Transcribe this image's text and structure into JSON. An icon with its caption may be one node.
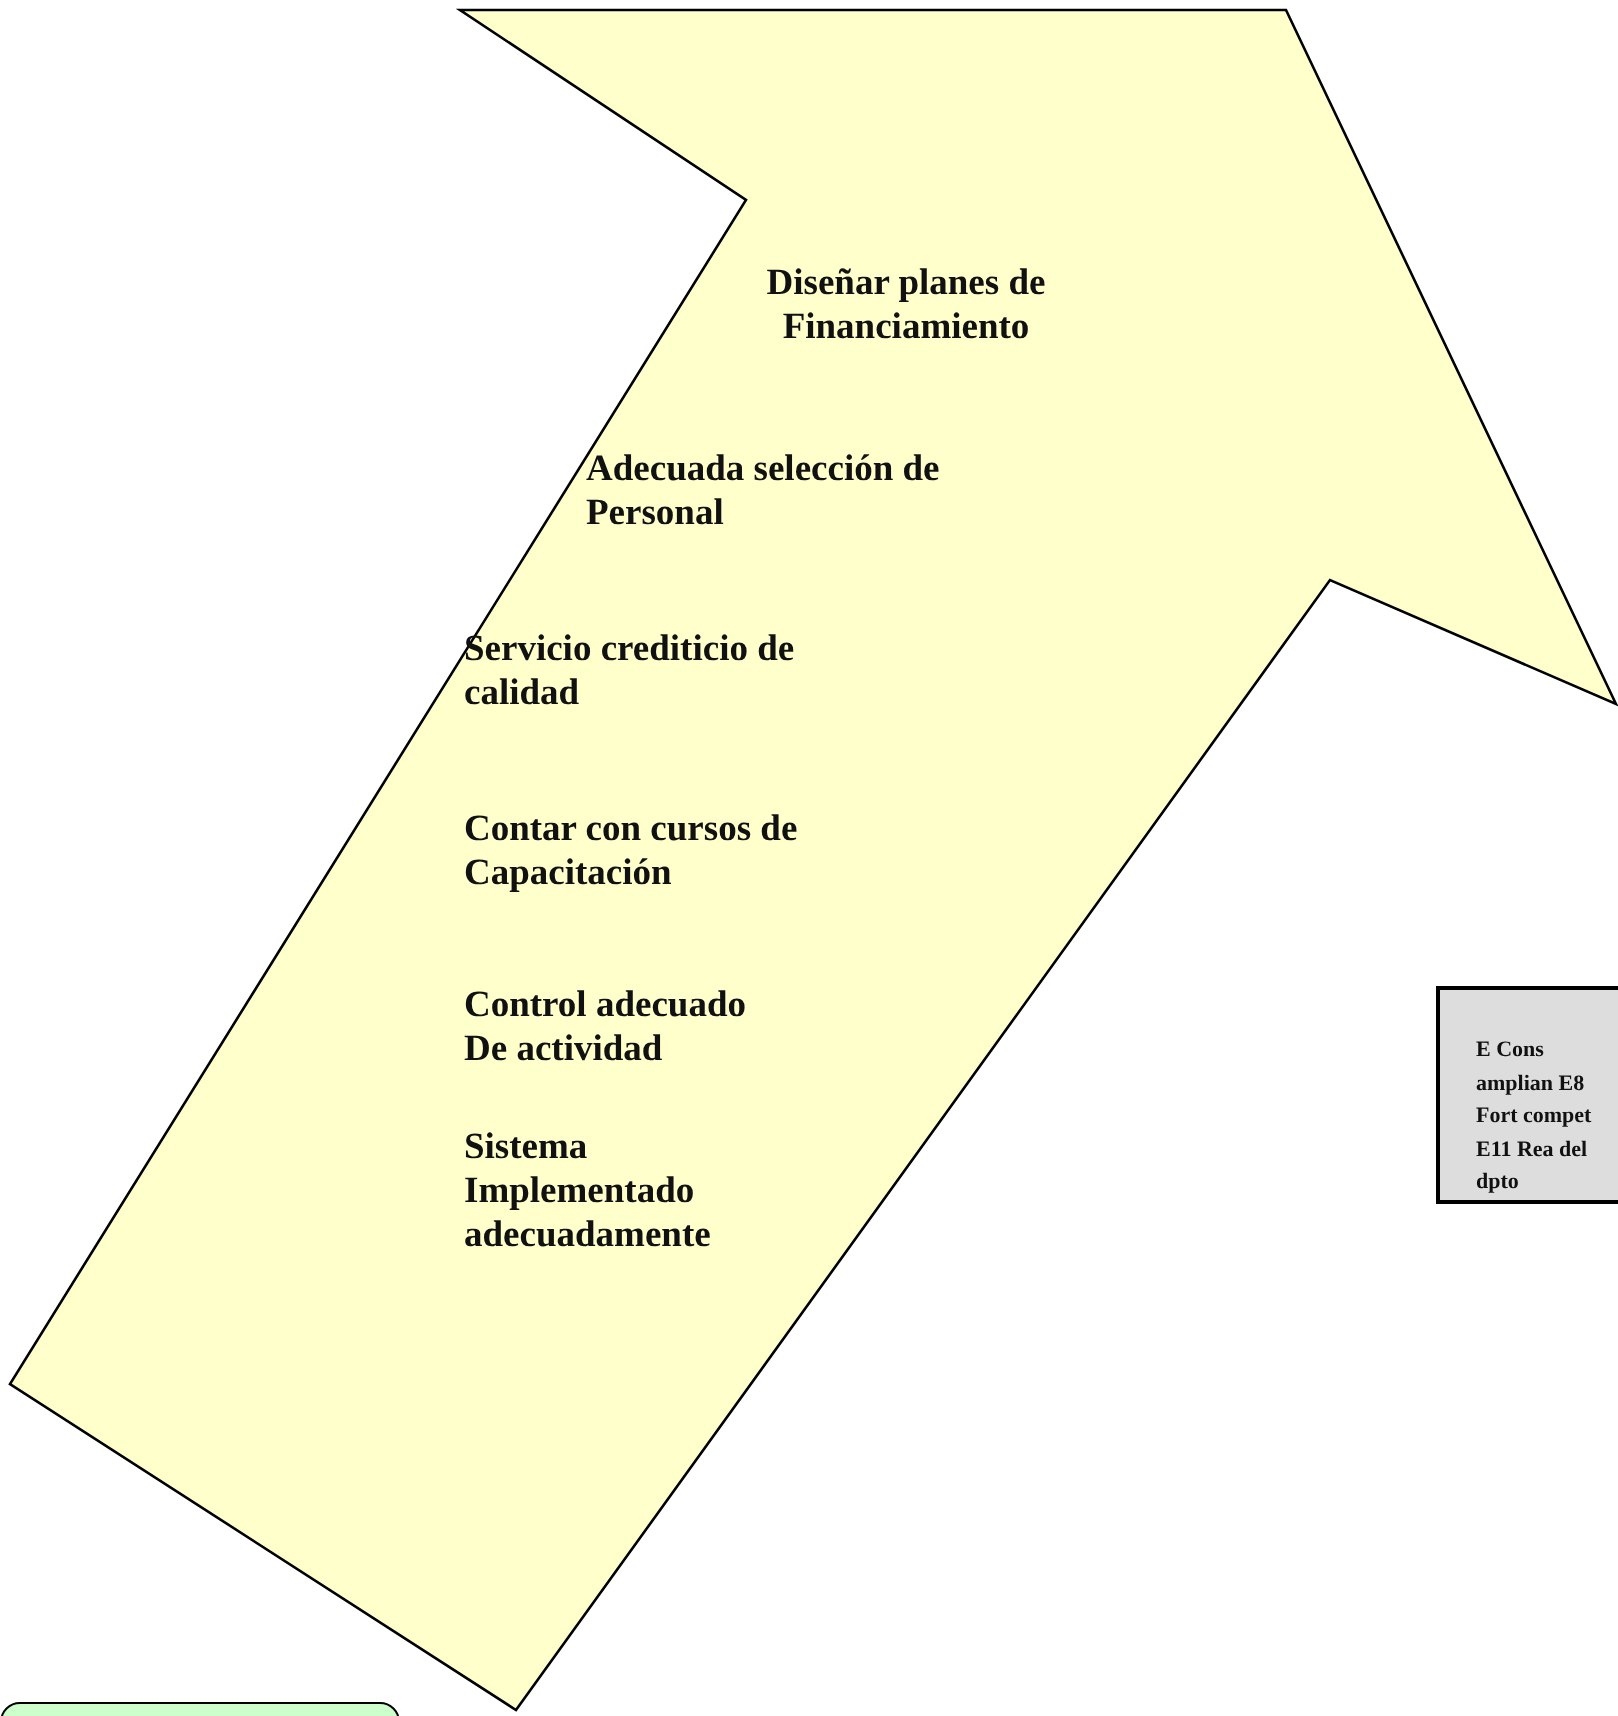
{
  "diagram": {
    "nodes": [
      {
        "text": [
          "Diseñar planes de Financiamiento",
          "Adecuada selección de Personal",
          "Servicio crediticio de calidad",
          "Contar con cursos de Capacitación",
          "Control adecuado De actividad",
          "Sistema Implementado adecuadamente"
        ]
      },
      {
        "text": [
          "E Cons amplian E8 Fort compet E11 Rea del dpto"
        ]
      },
      {
        "text": [],
        "shape": "box"
      }
    ]
  }
}
